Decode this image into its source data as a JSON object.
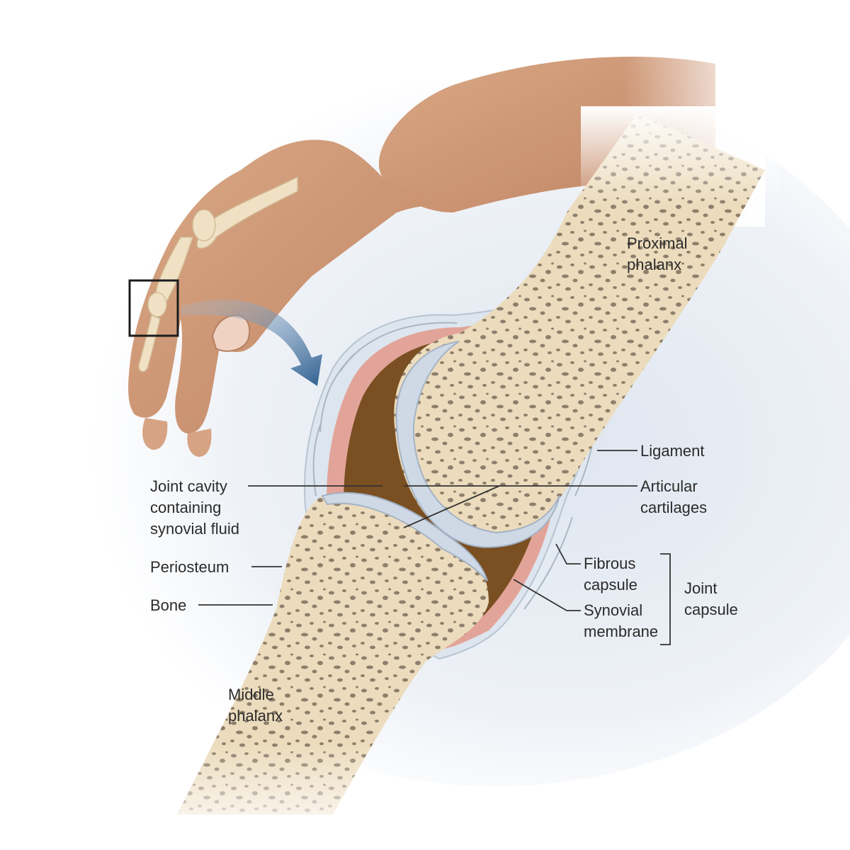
{
  "labels": {
    "proximal_phalanx": [
      "Proximal",
      "phalanx"
    ],
    "ligament": [
      "Ligament"
    ],
    "joint_cavity": [
      "Joint cavity",
      "containing",
      "synovial fluid"
    ],
    "articular_cartilages": [
      "Articular",
      "cartilages"
    ],
    "periosteum": [
      "Periosteum"
    ],
    "bone": [
      "Bone"
    ],
    "fibrous_capsule": [
      "Fibrous",
      "capsule"
    ],
    "synovial_membrane": [
      "Synovial",
      "membrane"
    ],
    "joint_capsule": [
      "Joint",
      "capsule"
    ],
    "middle_phalanx": [
      "Middle",
      "phalanx"
    ]
  },
  "colors": {
    "bone": "#ecdcbd",
    "bone_pores": "#8e7f6c",
    "cartilage": "#cfd9e6",
    "synovial_fluid": "#7a4f22",
    "synovial_membrane": "#e3998a",
    "fibrous_capsule": "#b7c4d0",
    "skin": "#e2b596",
    "arrow": "#3f6f9e",
    "leader_line": "#333333"
  },
  "icons": [
    "curved-arrow-icon",
    "magnifier-box-icon"
  ]
}
